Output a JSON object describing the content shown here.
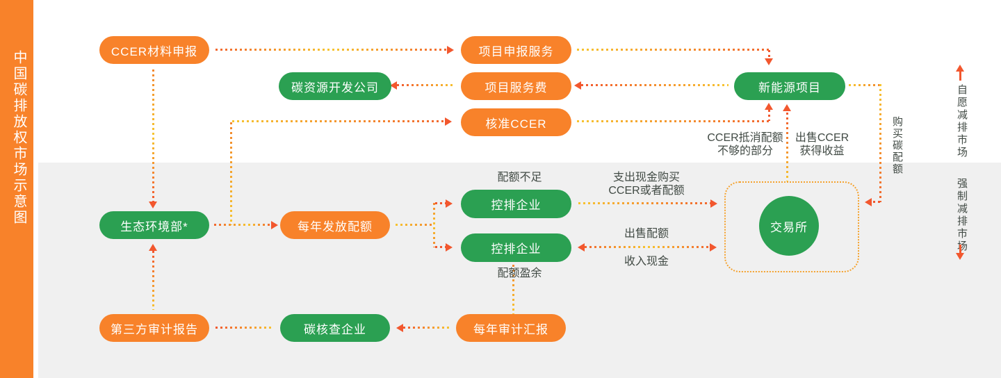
{
  "sidebar": {
    "title": "中国碳排放权市场示意图"
  },
  "markets": {
    "voluntary": "自愿减排市场",
    "mandatory": "强制减排市场"
  },
  "nodes": {
    "ccer_material": "CCER材料申报",
    "project_apply": "项目申报服务",
    "carbon_dev_company": "碳资源开发公司",
    "project_fee": "项目服务费",
    "approved_ccer": "核准CCER",
    "new_energy": "新能源项目",
    "ministry": "生态环境部*",
    "annual_quota": "每年发放配额",
    "emitter_deficit": "控排企业",
    "emitter_surplus": "控排企业",
    "exchange": "交易所",
    "third_party_report": "第三方审计报告",
    "carbon_verifier": "碳核查企业",
    "annual_audit": "每年审计汇报"
  },
  "labels": {
    "quota_deficit": "配额不足",
    "quota_surplus": "配额盈余",
    "pay_cash_line1": "支出现金购买",
    "pay_cash_line2": "CCER或者配额",
    "sell_quota": "出售配额",
    "receive_cash": "收入现金",
    "ccer_offset_line1": "CCER抵消配额",
    "ccer_offset_line2": "不够的部分",
    "sell_ccer_line1": "出售CCER",
    "sell_ccer_line2": "获得收益",
    "buy_quota": "购买碳配额"
  },
  "colors": {
    "orange": "#F8822A",
    "green": "#2BA052",
    "arrow": "#F2572E",
    "red": "#F2662E",
    "yellow": "#F7C52F",
    "ink": "#414A44",
    "gray": "#F0F0F0"
  }
}
